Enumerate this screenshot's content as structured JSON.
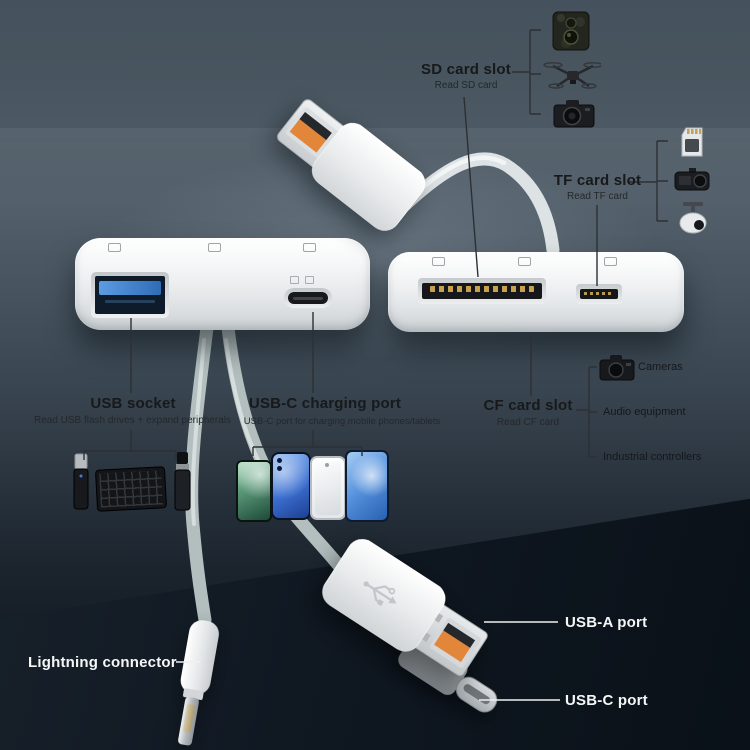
{
  "callouts": {
    "sd": {
      "title": "SD card slot",
      "subtitle": "Read SD card"
    },
    "tf": {
      "title": "TF card slot",
      "subtitle": "Read TF card"
    },
    "usb_socket": {
      "title": "USB socket",
      "subtitle": "Read USB flash drives + expand peripherals"
    },
    "usb_c_charge": {
      "title": "USB-C charging port",
      "subtitle": "USB-C port for charging mobile phones/tablets"
    },
    "cf": {
      "title": "CF card slot",
      "subtitle": "Read CF card"
    },
    "lightning": {
      "title": "Lightning connector"
    },
    "usb_a_port": {
      "title": "USB-A port"
    },
    "usb_c_port": {
      "title": "USB-C port"
    }
  },
  "cf_compatible_devices": [
    "Cameras",
    "Audio equipment",
    "Industrial controllers"
  ],
  "icons": {
    "trail-camera-icon": "svg-shape",
    "drone-icon": "svg-shape",
    "dslr-camera-icon": "svg-shape",
    "micro-sd-card-icon": "svg-shape",
    "dash-cam-icon": "svg-shape",
    "cctv-camera-icon": "svg-shape",
    "usb-flash-drive-icon": "svg-shape",
    "keyboard-icon": "css-shape",
    "usb-flash-drive-2-icon": "svg-shape",
    "smartphone-green-icon": "css-shape",
    "smartphone-blue-icon": "css-shape",
    "smartphone-white-icon": "css-shape",
    "tablet-blue-icon": "css-shape",
    "camera-small-icon": "svg-shape"
  },
  "colors": {
    "accent_orange": "#e2863a",
    "usb_blue": "#3f7fd0",
    "cable_gray": "#b3bfbf",
    "device_body": "#eef0f1",
    "background_top": "#47545f",
    "background_bottom": "#0f171e",
    "label_dark": "#17191b",
    "label_light": "#f5f7f7"
  }
}
